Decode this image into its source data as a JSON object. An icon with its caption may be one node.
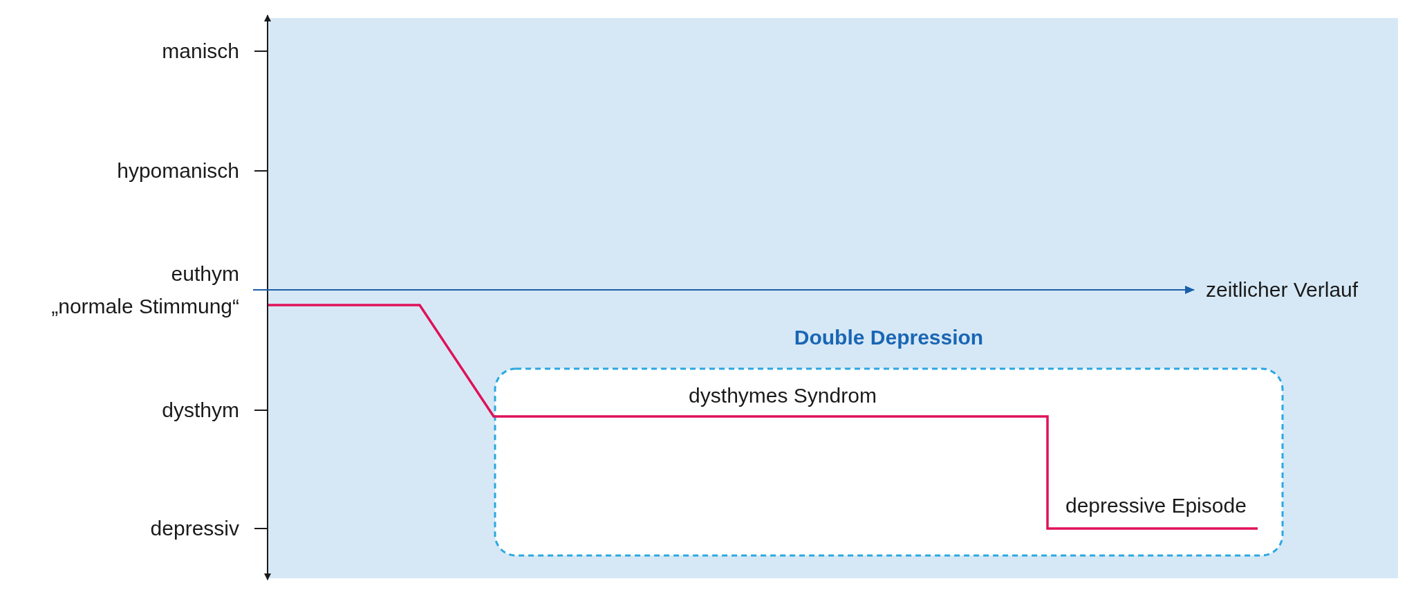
{
  "diagram": {
    "nodes": [
      {
        "text": [
          "Double Depression"
        ]
      }
    ],
    "edges": [],
    "labels": [
      "manisch",
      "hypomanisch",
      "euthym",
      "zeitlicher Verlauf",
      "„normale Stimmung“",
      "dysthymes Syndrom",
      "dysthym",
      "depressive Episode",
      "depressiv"
    ]
  }
}
